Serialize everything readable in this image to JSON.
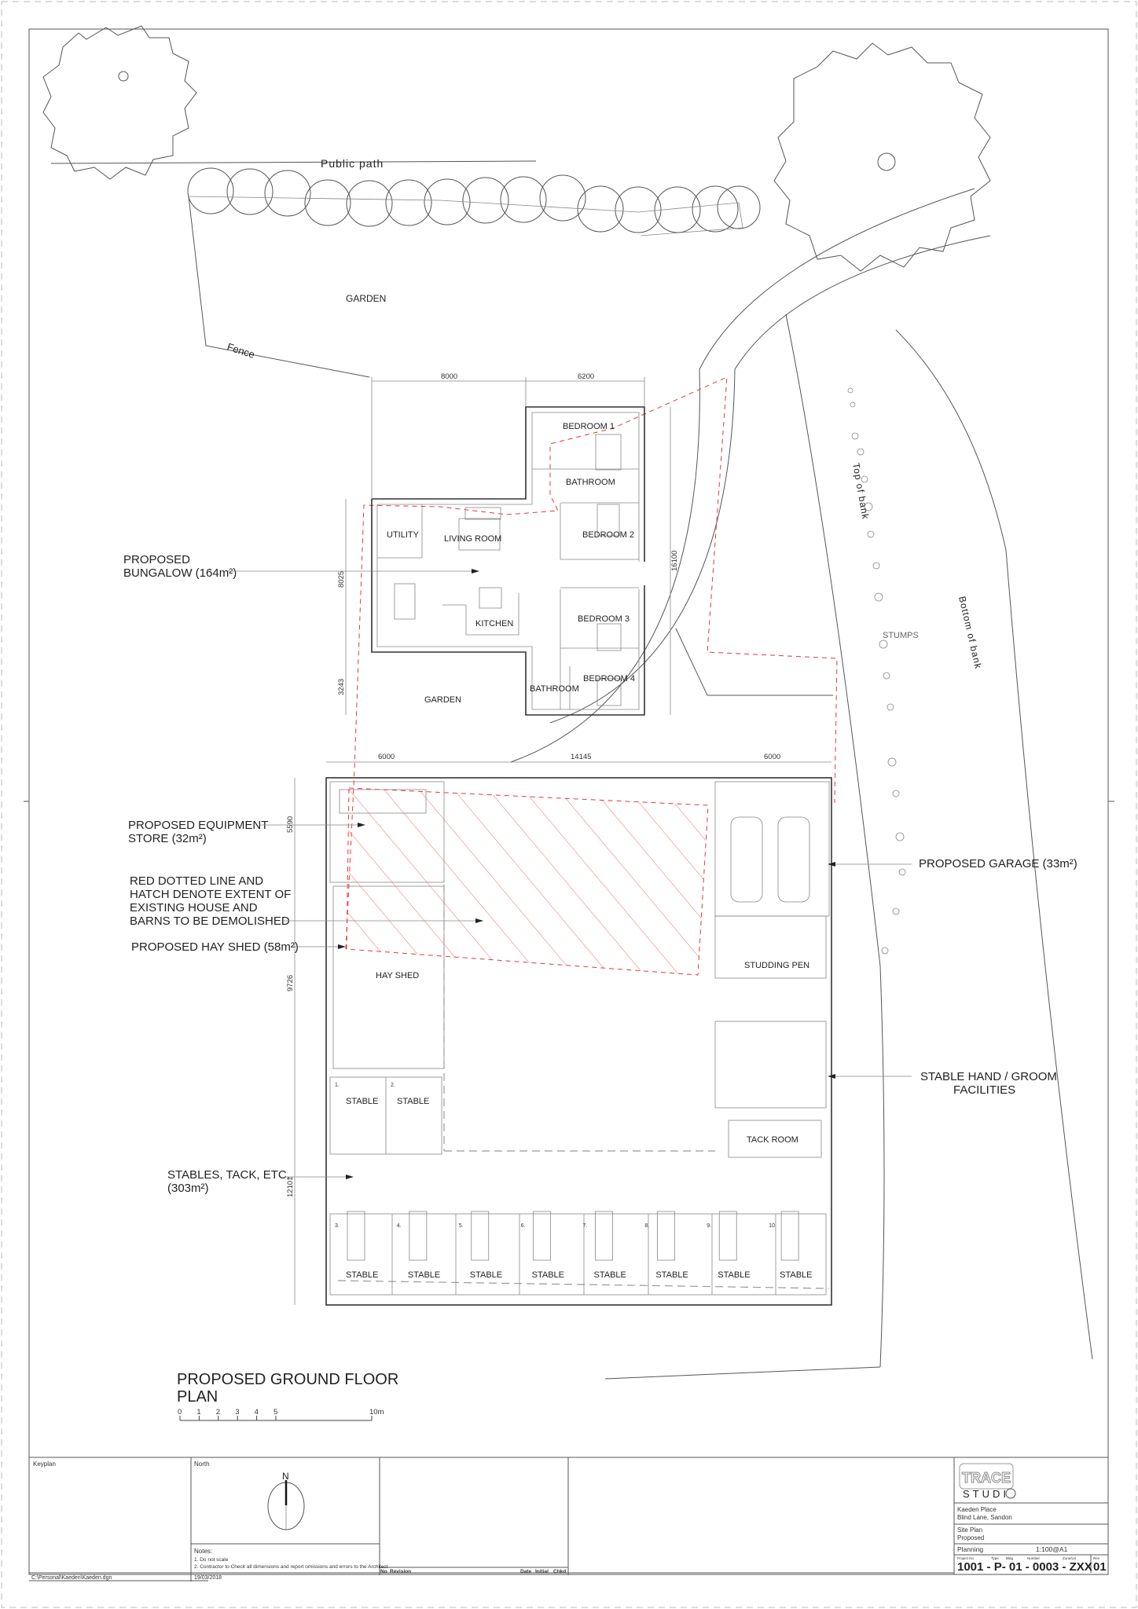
{
  "site": {
    "public_path": "Public path",
    "garden": "GARDEN",
    "fence": "Fence",
    "top_of_bank": "Top of bank",
    "bottom_of_bank": "Bottom of bank",
    "stumps": "STUMPS"
  },
  "bungalow": {
    "rooms": {
      "bedroom1": "BEDROOM 1",
      "bathroom1": "BATHROOM",
      "bedroom2": "BEDROOM 2",
      "utility": "UTILITY",
      "living": "LIVING ROOM",
      "kitchen": "KITCHEN",
      "bedroom3": "BEDROOM 3",
      "bedroom4": "BEDROOM 4",
      "bathroom2": "BATHROOM",
      "garden": "GARDEN"
    },
    "dims": {
      "w1": "8000",
      "w2": "6200",
      "h1": "8025",
      "h2": "3243",
      "total_h": "16100"
    }
  },
  "yard": {
    "dims": {
      "w1": "6000",
      "w2": "14145",
      "w3": "6000",
      "h1": "5590",
      "h2": "9726",
      "h3": "12101"
    },
    "rooms": {
      "hay_shed": "HAY SHED",
      "studding_pen": "STUDDING PEN",
      "tack_room": "TACK ROOM"
    },
    "upper_stables": [
      {
        "num": "1.",
        "label": "STABLE"
      },
      {
        "num": "2.",
        "label": "STABLE"
      }
    ],
    "lower_stables": [
      {
        "num": "3.",
        "label": "STABLE"
      },
      {
        "num": "4.",
        "label": "STABLE"
      },
      {
        "num": "5.",
        "label": "STABLE"
      },
      {
        "num": "6.",
        "label": "STABLE"
      },
      {
        "num": "7.",
        "label": "STABLE"
      },
      {
        "num": "8.",
        "label": "STABLE"
      },
      {
        "num": "9.",
        "label": "STABLE"
      },
      {
        "num": "10.",
        "label": "STABLE"
      }
    ]
  },
  "callouts": {
    "bungalow_1": "PROPOSED",
    "bungalow_2": "BUNGALOW (164m²)",
    "equipment_1": "PROPOSED EQUIPMENT",
    "equipment_2": "STORE (32m²)",
    "demolish_1": "RED DOTTED LINE AND",
    "demolish_2": "HATCH DENOTE EXTENT OF",
    "demolish_3": "EXISTING HOUSE AND",
    "demolish_4": "BARNS TO BE DEMOLISHED",
    "hay_shed": "PROPOSED HAY SHED (58m²)",
    "stables_1": "STABLES, TACK, ETC.",
    "stables_2": "(303m²)",
    "garage": "PROPOSED GARAGE  (33m²)",
    "groom_1": "STABLE HAND / GROOM",
    "groom_2": "FACILITIES"
  },
  "drawing_title": {
    "line1": "PROPOSED GROUND FLOOR",
    "line2": "PLAN"
  },
  "scale_bar": {
    "ticks": [
      "0",
      "1",
      "2",
      "3",
      "4",
      "5",
      "10m"
    ]
  },
  "title_block": {
    "keyplan": "Keyplan",
    "north": "North",
    "north_letter": "N",
    "notes_title": "Notes:",
    "notes": [
      "1. Do not scale",
      "2. Contractor to Check all dimensions and report omissions and errors to the Architect"
    ],
    "file_path": "C:\\Personal\\Kaeden\\Kaeden.dgn",
    "date": "19/03/2018",
    "revision_headers": {
      "no": "No",
      "revision": "Revision",
      "date": "Date",
      "initial": "Initial",
      "chkd": "Chkd"
    },
    "logo_line1": "TRACE",
    "logo_line2": "STUDI",
    "address": [
      "Kaeden Place",
      "Blind Lane, Sandon"
    ],
    "drawing": [
      "Site Plan",
      "Proposed"
    ],
    "status": "Planning",
    "scale": "1:100@A1",
    "field_labels": {
      "project_no": "Project No",
      "type": "Type",
      "bldg": "Bldg",
      "number": "Number",
      "zone": "Zone/Lvl",
      "rev": "Rev"
    },
    "drawing_number": "1001 - P- 01 - 0003 - ZXX",
    "rev": "01"
  },
  "colors": {
    "demolition": "#e53935",
    "lines": "#555555"
  }
}
